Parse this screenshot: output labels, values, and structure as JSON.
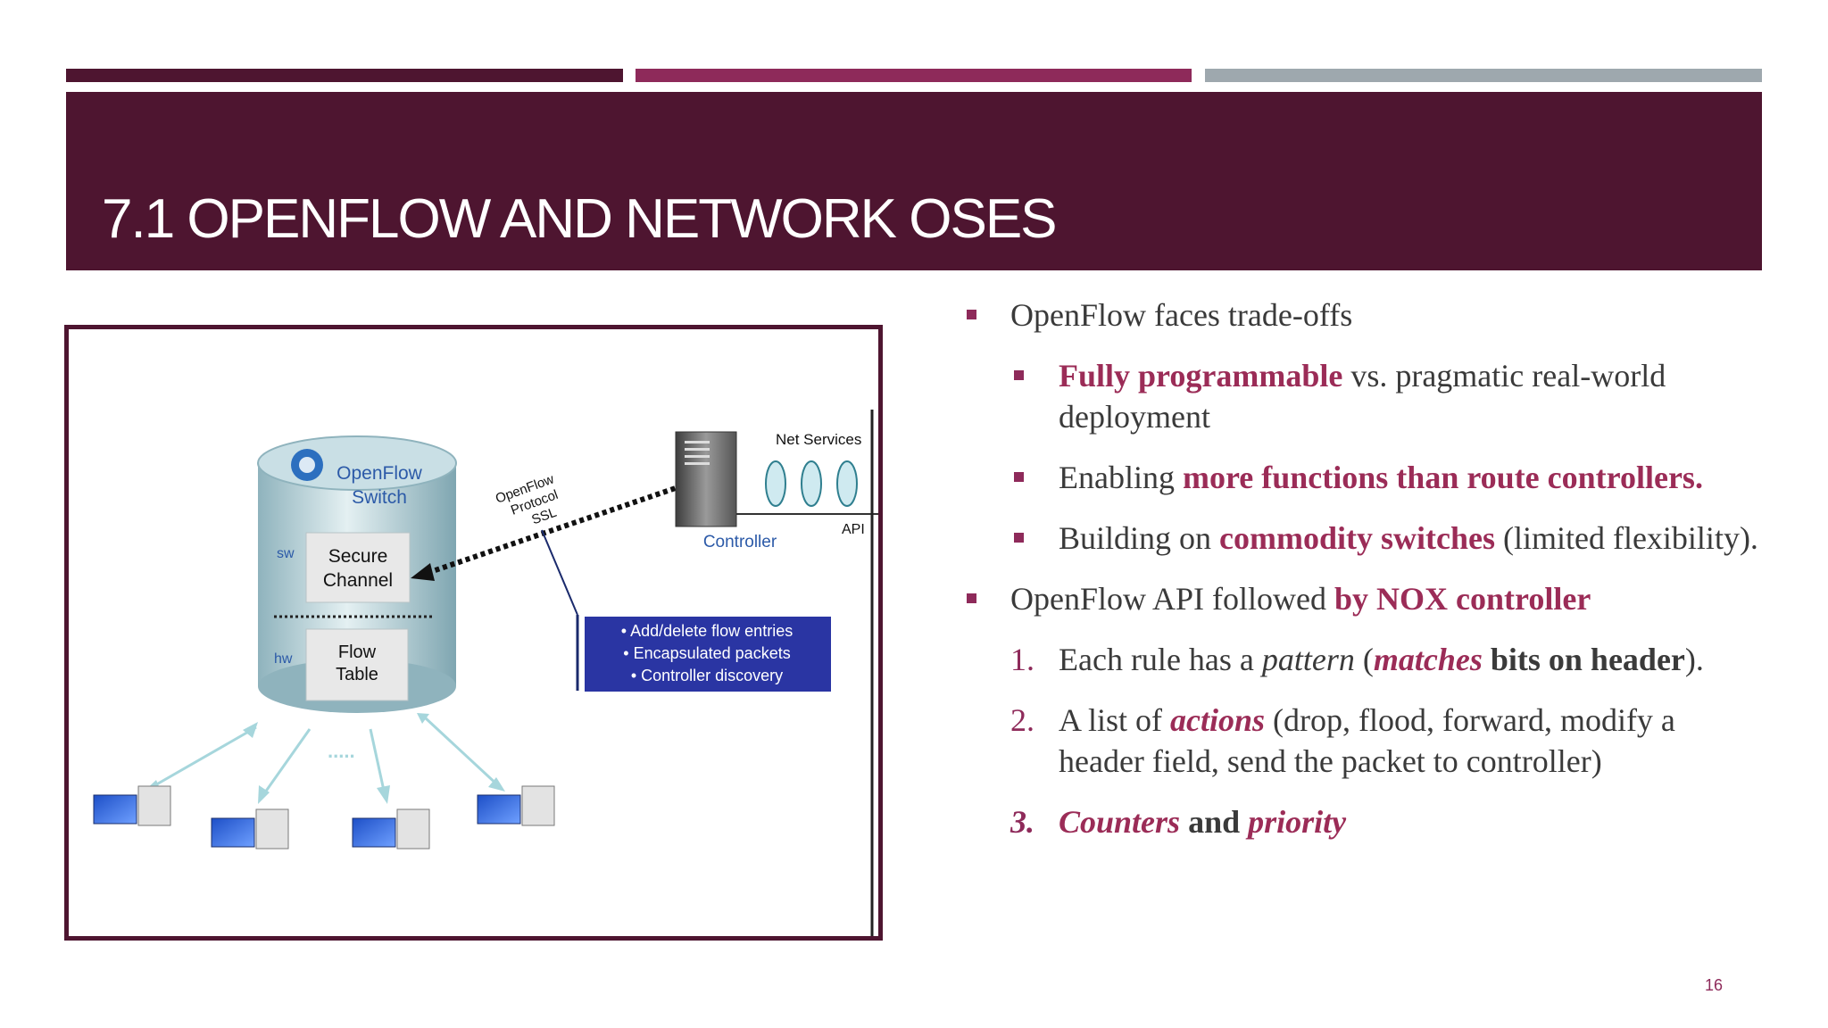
{
  "slide": {
    "title": "7.1 OPENFLOW AND NETWORK OSES",
    "page_number": "16",
    "accent_bars": [
      "#4e1530",
      "#8e2a5a",
      "#9ea8ae"
    ]
  },
  "figure": {
    "switch_label_1": "OpenFlow",
    "switch_label_2": "Switch",
    "sw_label": "sw",
    "hw_label": "hw",
    "secure_channel_1": "Secure",
    "secure_channel_2": "Channel",
    "flow_table_1": "Flow",
    "flow_table_2": "Table",
    "protocol_1": "OpenFlow",
    "protocol_2": "Protocol",
    "protocol_3": "SSL",
    "net_services": "Net Services",
    "api": "API",
    "controller": "Controller",
    "info_lines": [
      "• Add/delete flow entries",
      "• Encapsulated packets",
      "• Controller discovery"
    ],
    "ellipsis": "....."
  },
  "bullets": {
    "b1": "OpenFlow faces trade-offs",
    "b1a_hl": "Fully programmable",
    "b1a_rest": " vs. pragmatic real-world deployment",
    "b1b_pre": "Enabling ",
    "b1b_hl": "more functions than route controllers.",
    "b1c_pre": "Building on ",
    "b1c_hl": "commodity switches",
    "b1c_rest": " (limited flexibility).",
    "b2_pre": "OpenFlow API followed ",
    "b2_hl": "by NOX controller",
    "n1": "1.",
    "n1_a": "Each rule has a ",
    "n1_b": "pattern",
    "n1_c": " (",
    "n1_d": "matches",
    "n1_e": " bits on header",
    "n1_f": ").",
    "n2": "2.",
    "n2_a": "A list of ",
    "n2_b": "actions",
    "n2_c": " (drop, flood, forward, modify a header field, send the packet to controller)",
    "n3": "3.",
    "n3_a": "Counters",
    "n3_b": " and ",
    "n3_c": "priority"
  }
}
